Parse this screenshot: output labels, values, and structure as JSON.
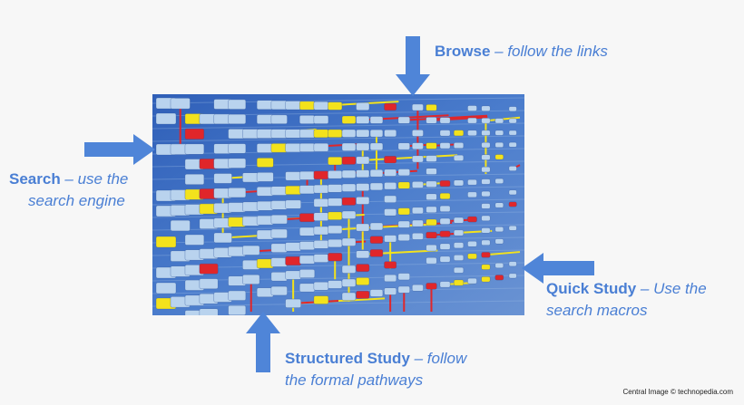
{
  "labels": {
    "browse": {
      "bold": "Browse",
      "rest": " – follow the links"
    },
    "search": {
      "bold": "Search",
      "rest_line1": " – use the",
      "line2": "search engine"
    },
    "quick": {
      "bold": "Quick Study",
      "rest_line1": " – Use the",
      "line2": "search macros"
    },
    "structured": {
      "bold": "Structured Study",
      "rest_line1": " – follow",
      "line2": "the formal pathways"
    }
  },
  "credit": "Central Image © technopedia.com",
  "colors": {
    "text": "#4a7fd4",
    "arrow": "#4f85d8",
    "panel": "#3f6fc4",
    "node": "#b9d3ee",
    "link_red": "#e0262a",
    "link_yellow": "#f3e21c"
  },
  "image": {
    "subject": "network-of-linked-nodes"
  }
}
